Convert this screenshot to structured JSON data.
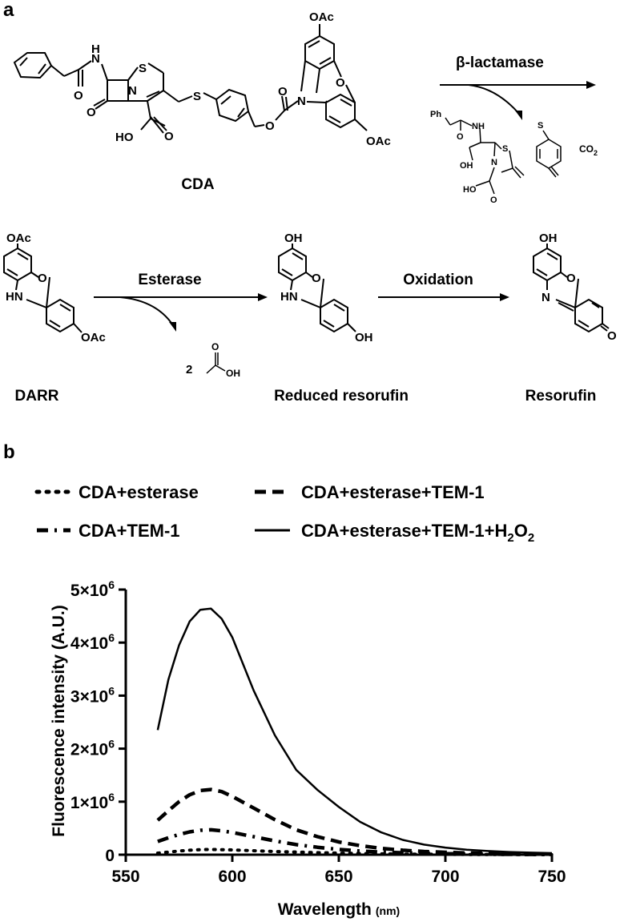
{
  "panel_a": {
    "label": "a",
    "compounds": {
      "cda": "CDA",
      "darr": "DARR",
      "reduced_resorufin": "Reduced resorufin",
      "resorufin": "Resorufin"
    },
    "enzymes": {
      "beta_lactamase": "β-lactamase",
      "esterase": "Esterase",
      "oxidation": "Oxidation"
    },
    "atom_labels": {
      "oac": "OAc",
      "oh": "OH",
      "o": "O",
      "n": "N",
      "hn": "HN",
      "h": "H",
      "s": "S",
      "ho": "HO",
      "co2": "CO",
      "co2_sub": "2",
      "ph": "Ph",
      "nh": "NH",
      "two": "2"
    }
  },
  "panel_b": {
    "label": "b",
    "legend": {
      "s1": "CDA+esterase",
      "s2": "CDA+esterase+TEM-1",
      "s3": "CDA+TEM-1",
      "s4_main": "CDA+esterase+TEM-1+H",
      "s4_sub1": "2",
      "s4_mid": "O",
      "s4_sub2": "2"
    }
  },
  "chart_data": {
    "type": "line",
    "xlabel": "Wavelength",
    "xlabel_unit": "(nm)",
    "ylabel": "Fluorescence intensity (A.U.)",
    "xlim": [
      550,
      750
    ],
    "ylim": [
      0,
      5000000
    ],
    "x_ticks": [
      "550",
      "600",
      "650",
      "700",
      "750"
    ],
    "y_ticks": [
      {
        "value": 0,
        "label": "0",
        "exp": ""
      },
      {
        "value": 1000000,
        "label": "1×10",
        "exp": "6"
      },
      {
        "value": 2000000,
        "label": "2×10",
        "exp": "6"
      },
      {
        "value": 3000000,
        "label": "3×10",
        "exp": "6"
      },
      {
        "value": 4000000,
        "label": "4×10",
        "exp": "6"
      },
      {
        "value": 5000000,
        "label": "5×10",
        "exp": "6"
      }
    ],
    "x": [
      565,
      570,
      575,
      580,
      585,
      590,
      595,
      600,
      610,
      620,
      630,
      640,
      650,
      660,
      670,
      680,
      690,
      700,
      710,
      720,
      730,
      740,
      750
    ],
    "series": [
      {
        "name": "CDA+esterase",
        "style": "dotted",
        "values": [
          30000,
          50000,
          70000,
          85000,
          95000,
          100000,
          95000,
          90000,
          75000,
          60000,
          50000,
          40000,
          30000,
          22000,
          16000,
          12000,
          9000,
          7000,
          5000,
          4000,
          3000,
          2000,
          2000
        ]
      },
      {
        "name": "CDA+esterase+TEM-1",
        "style": "dashed",
        "values": [
          650000,
          830000,
          1000000,
          1130000,
          1210000,
          1230000,
          1190000,
          1100000,
          880000,
          660000,
          470000,
          340000,
          240000,
          170000,
          120000,
          85000,
          60000,
          45000,
          33000,
          25000,
          18000,
          13000,
          10000
        ]
      },
      {
        "name": "CDA+TEM-1",
        "style": "dashdot",
        "values": [
          250000,
          320000,
          380000,
          430000,
          460000,
          470000,
          450000,
          420000,
          340000,
          260000,
          190000,
          140000,
          100000,
          70000,
          50000,
          36000,
          26000,
          19000,
          14000,
          10000,
          8000,
          6000,
          5000
        ]
      },
      {
        "name": "CDA+esterase+TEM-1+H2O2",
        "style": "solid",
        "values": [
          2350000,
          3300000,
          3950000,
          4400000,
          4620000,
          4640000,
          4450000,
          4100000,
          3100000,
          2250000,
          1600000,
          1220000,
          900000,
          620000,
          420000,
          280000,
          190000,
          135000,
          95000,
          70000,
          52000,
          40000,
          30000
        ]
      }
    ]
  }
}
